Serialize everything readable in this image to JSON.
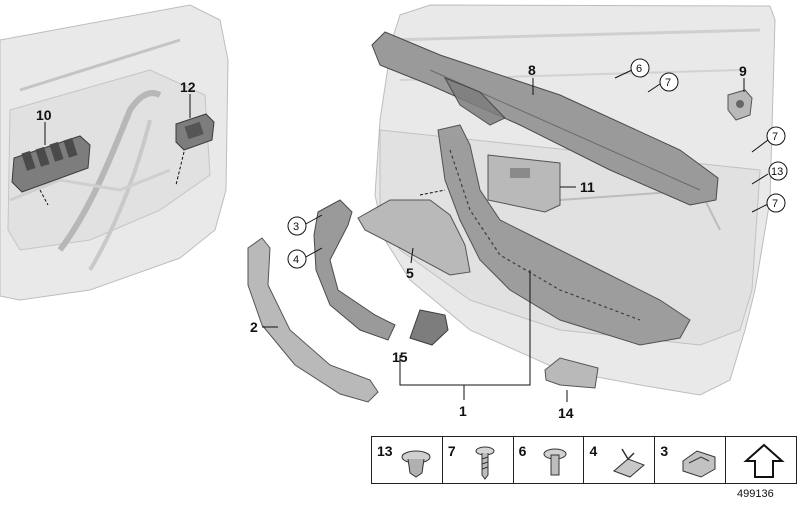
{
  "callouts": {
    "c1": "1",
    "c2": "2",
    "c3": "3",
    "c4": "4",
    "c5": "5",
    "c6": "6",
    "c7a": "7",
    "c7b": "7",
    "c7c": "7",
    "c8": "8",
    "c9": "9",
    "c10": "10",
    "c11": "11",
    "c12": "12",
    "c13": "13",
    "c14": "14",
    "c15": "15"
  },
  "legend": [
    {
      "number": "13",
      "icon": "expanding-clip-icon"
    },
    {
      "number": "7",
      "icon": "screw-icon"
    },
    {
      "number": "6",
      "icon": "flange-bolt-icon"
    },
    {
      "number": "4",
      "icon": "spring-clip-icon"
    },
    {
      "number": "3",
      "icon": "retaining-clip-icon"
    },
    {
      "number": "",
      "icon": "front-arrow-icon"
    }
  ],
  "diagram_id": "499136"
}
